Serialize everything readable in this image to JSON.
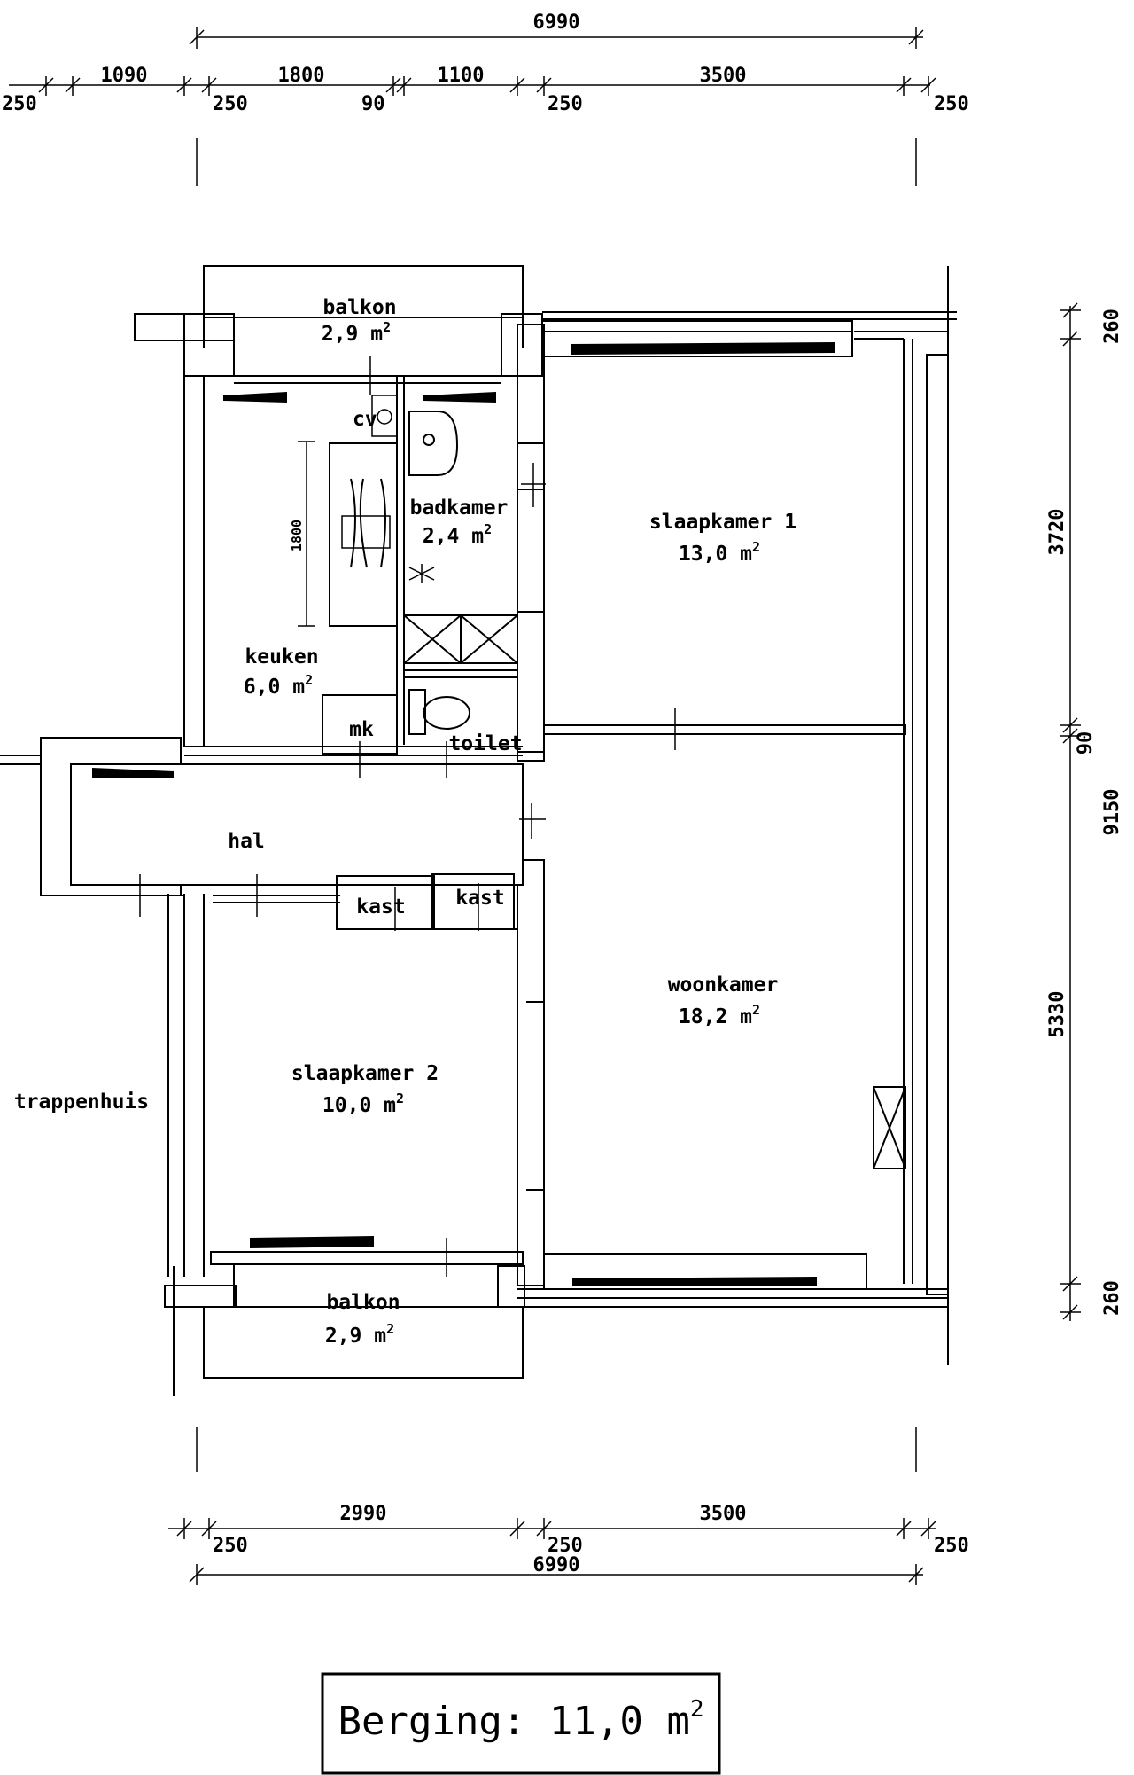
{
  "dimensions": {
    "top_total": "6990",
    "top_segments": [
      "1090",
      "1800",
      "1100",
      "3500"
    ],
    "top_walls": [
      "250",
      "250",
      "90",
      "250",
      "250"
    ],
    "right_segments": [
      "260",
      "3720",
      "90",
      "5330",
      "260"
    ],
    "right_total": "9150",
    "bottom_segments": [
      "2990",
      "3500"
    ],
    "bottom_walls": [
      "250",
      "250",
      "250"
    ],
    "bottom_total": "6990",
    "counter_length": "1800"
  },
  "rooms": {
    "balkon_top": {
      "name": "balkon",
      "area": "2,9"
    },
    "badkamer": {
      "name": "badkamer",
      "area": "2,4"
    },
    "slaapkamer1": {
      "name": "slaapkamer 1",
      "area": "13,0"
    },
    "keuken": {
      "name": "keuken",
      "area": "6,0"
    },
    "cv": "cv",
    "mk": "mk",
    "toilet": "toilet",
    "hal": "hal",
    "kast1": "kast",
    "kast2": "kast",
    "woonkamer": {
      "name": "woonkamer",
      "area": "18,2"
    },
    "slaapkamer2": {
      "name": "slaapkamer 2",
      "area": "10,0"
    },
    "trappenhuis": "trappenhuis",
    "balkon_bottom": {
      "name": "balkon",
      "area": "2,9"
    }
  },
  "area_unit": "m",
  "area_unit_exp": "2",
  "storage": {
    "label": "Berging:",
    "area": "11,0",
    "unit": "m",
    "exp": "2"
  }
}
